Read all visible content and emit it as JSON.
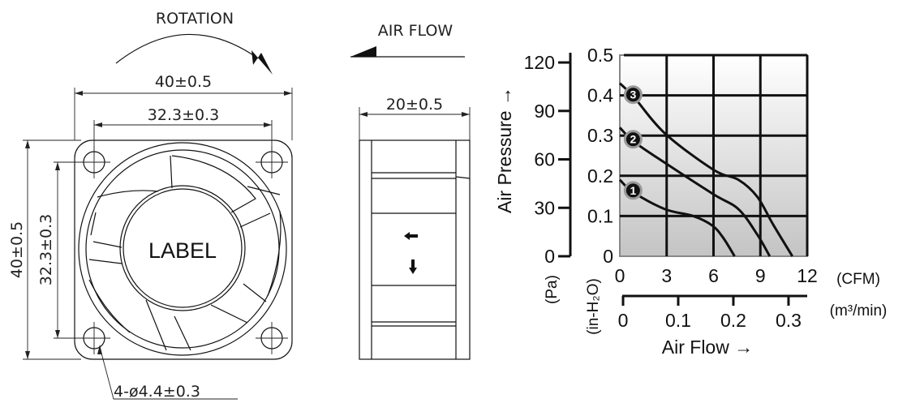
{
  "drawing": {
    "rotation_label": "ROTATION",
    "airflow_label": "AIR  FLOW",
    "width_dim": "40±0.5",
    "hole_spacing_h_dim": "32.3±0.3",
    "height_dim": "40±0.5",
    "hole_spacing_v_dim": "32.3±0.3",
    "depth_dim": "20±0.5",
    "hole_dim": "4-ø4.4±0.3",
    "hub_label": "LABEL"
  },
  "chart_data": {
    "type": "line",
    "title": "",
    "ylabel": "Air Pressure →",
    "xlabel": "Air Flow →",
    "x_unit": "(CFM)",
    "x2_unit": "(m³/min)",
    "y_unit": "(in-H₂O)",
    "y2_unit": "(Pa)",
    "xlim": [
      0,
      12
    ],
    "ylim": [
      0,
      0.5
    ],
    "x_ticks": [
      "0",
      "3",
      "6",
      "9",
      "12"
    ],
    "y_ticks": [
      "0",
      "0.1",
      "0.2",
      "0.3",
      "0.4",
      "0.5"
    ],
    "pa_ticks": [
      "0",
      "30",
      "60",
      "90",
      "120"
    ],
    "m3_ticks": [
      "0",
      "0.1",
      "0.2",
      "0.3"
    ],
    "grid": true,
    "series": [
      {
        "name": "1",
        "x": [
          0,
          0.9,
          2.9,
          4.7,
          5.9,
          6.6,
          7.35
        ],
        "y": [
          0.19,
          0.158,
          0.117,
          0.1,
          0.077,
          0.047,
          0
        ]
      },
      {
        "name": "2",
        "x": [
          0,
          0.9,
          2.9,
          6.0,
          7.6,
          8.8,
          9.6
        ],
        "y": [
          0.32,
          0.285,
          0.232,
          0.154,
          0.117,
          0.054,
          0
        ]
      },
      {
        "name": "3",
        "x": [
          0,
          0.9,
          2.9,
          6.0,
          7.6,
          8.8,
          9.8,
          11.05
        ],
        "y": [
          0.43,
          0.396,
          0.305,
          0.215,
          0.19,
          0.148,
          0.08,
          0
        ]
      }
    ],
    "label_positions_cfm": [
      0.8,
      0.8,
      0.8
    ]
  }
}
